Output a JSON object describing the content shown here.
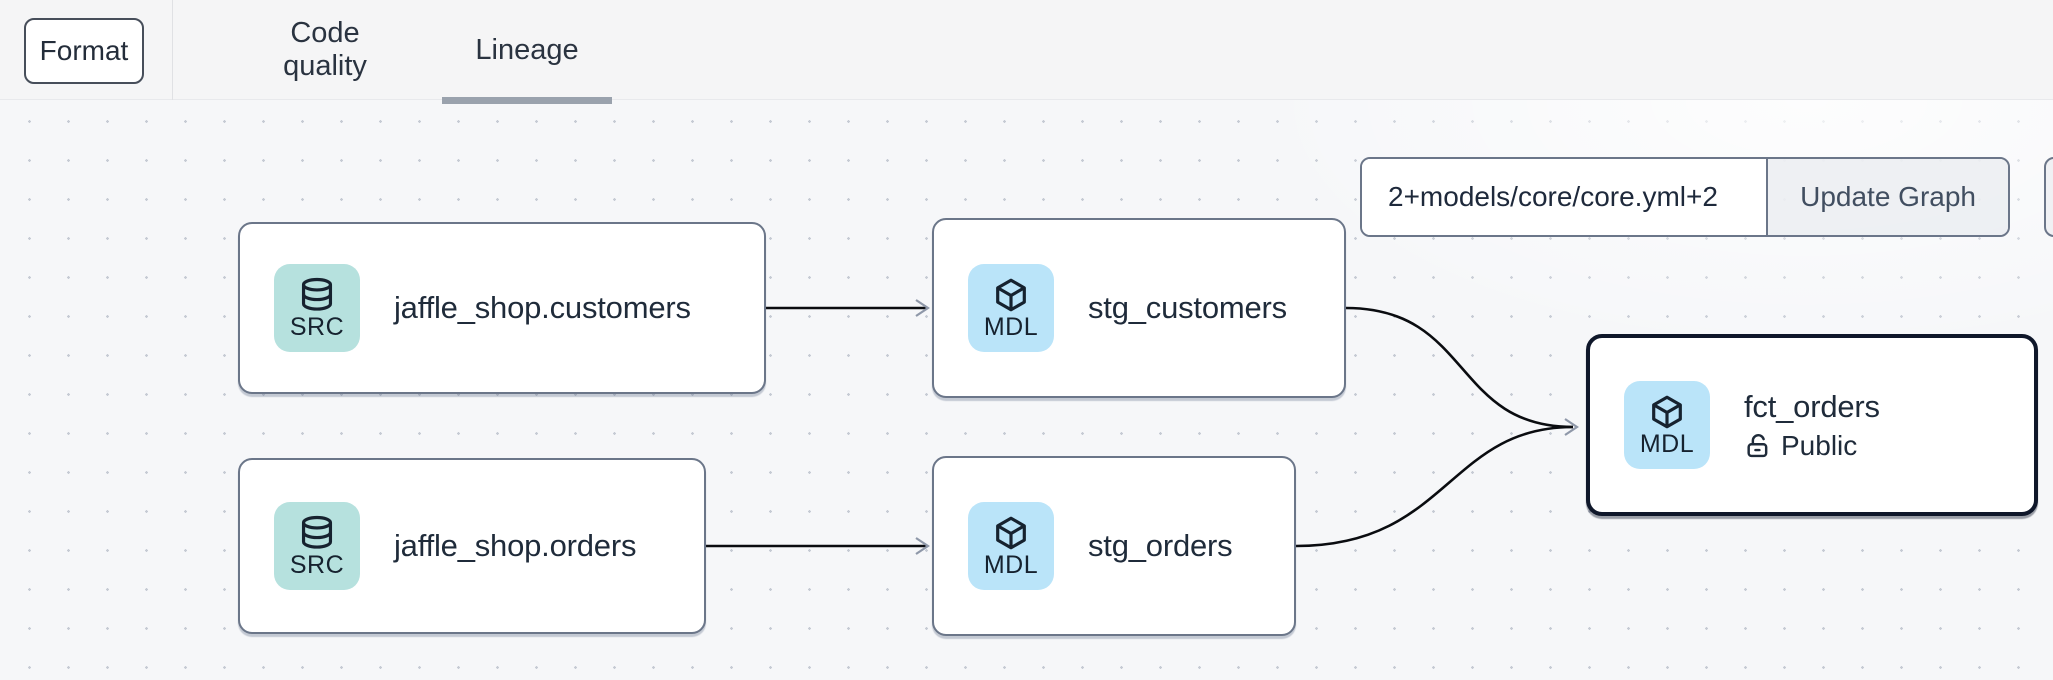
{
  "toolbar": {
    "format_button": "Format",
    "tabs": [
      {
        "label": "Code quality",
        "active": false
      },
      {
        "label": "Lineage",
        "active": true
      }
    ]
  },
  "lineage_toolbar": {
    "selector_value": "2+models/core/core.yml+2",
    "update_button": "Update Graph"
  },
  "graph": {
    "nodes": [
      {
        "title": "jaffle_shop.customers",
        "type_badge": "SRC",
        "type": "source"
      },
      {
        "title": "jaffle_shop.orders",
        "type_badge": "SRC",
        "type": "source"
      },
      {
        "title": "stg_customers",
        "type_badge": "MDL",
        "type": "model"
      },
      {
        "title": "stg_orders",
        "type_badge": "MDL",
        "type": "model"
      },
      {
        "title": "fct_orders",
        "type_badge": "MDL",
        "type": "model",
        "access": "Public",
        "selected": true
      }
    ],
    "edges": [
      {
        "from": "jaffle_shop.customers",
        "to": "stg_customers"
      },
      {
        "from": "jaffle_shop.orders",
        "to": "stg_orders"
      },
      {
        "from": "stg_customers",
        "to": "fct_orders"
      },
      {
        "from": "stg_orders",
        "to": "fct_orders"
      }
    ]
  },
  "colors": {
    "source_badge_bg": "#b6e1de",
    "model_badge_bg": "#bae4f9",
    "node_border": "#6b7689",
    "selected_node_border": "#0f172a",
    "tab_underline": "#9aa2ad",
    "edge": "#0a0c10",
    "canvas_bg": "#f6f7f9",
    "topbar_bg": "#f5f5f6"
  }
}
